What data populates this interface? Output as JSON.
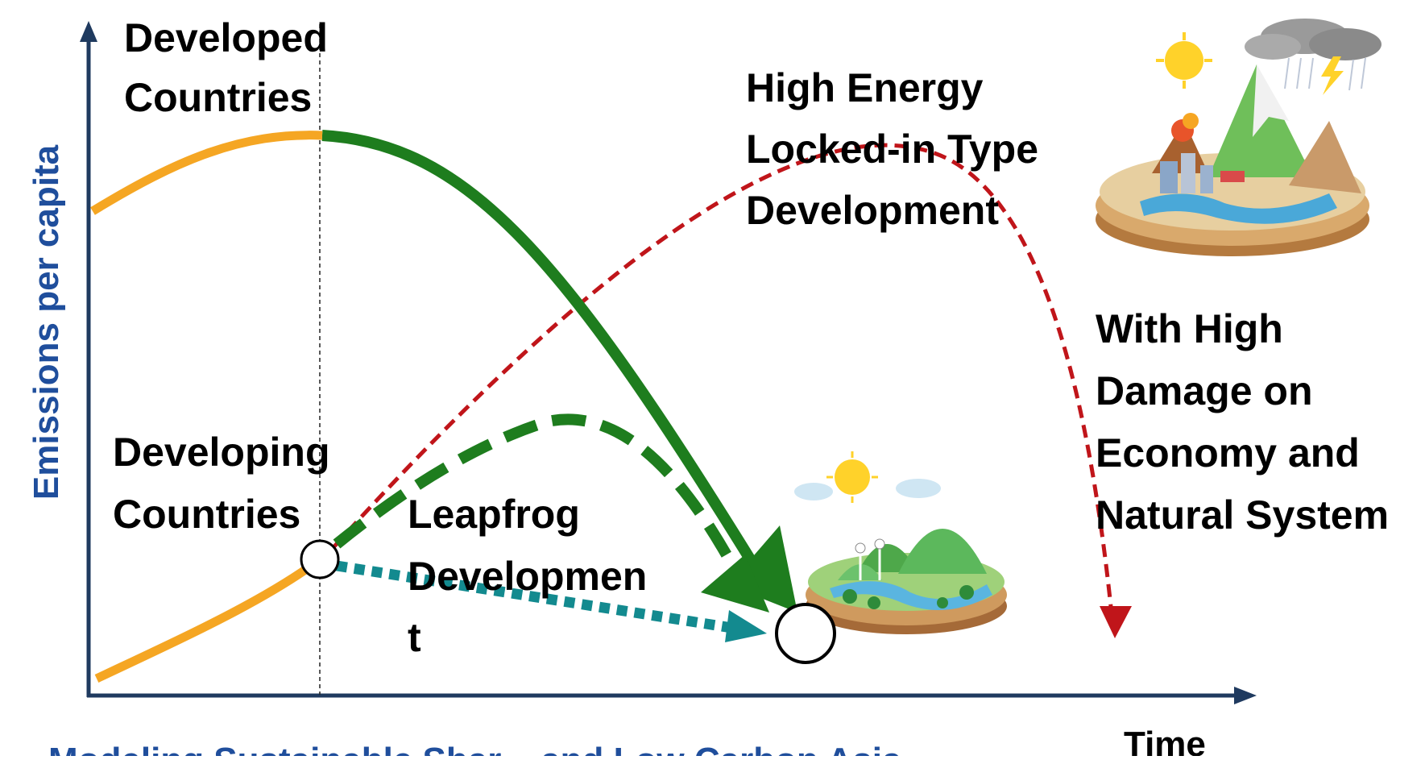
{
  "labels": {
    "developed": [
      "Developed",
      "Countries"
    ],
    "developing": [
      "Developing",
      "Countries"
    ],
    "high_energy": [
      "High Energy",
      "Locked-in Type",
      "Development"
    ],
    "damage": [
      "With High",
      "Damage on",
      "Economy and",
      "Natural System"
    ],
    "leapfrog": [
      "Leapfrog",
      "Developmen",
      "t"
    ],
    "y_axis": "Emissions per capita",
    "x_axis": "Time",
    "bottom_caption": "Modeling Sustainable Shar...-and Low Carbon Asia"
  },
  "colors": {
    "axis": "#1f3a5f",
    "orange": "#f5a623",
    "green": "#1e7d1e",
    "red_dashed": "#c0151a",
    "teal": "#138a8f",
    "axis_title": "#1f4e9c"
  },
  "illustrations": {
    "damaged_world": "damaged-world-illustration",
    "sustainable_world": "sustainable-world-illustration"
  }
}
